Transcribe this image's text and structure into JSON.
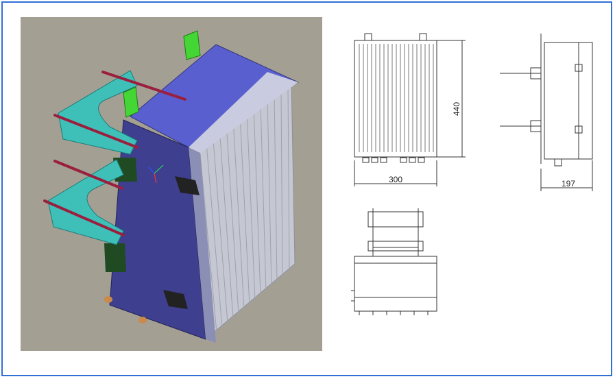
{
  "dimensions": {
    "width": "300",
    "height": "440",
    "depth": "197"
  },
  "colors": {
    "background": "#a39f93",
    "front_face": "#3f3f8f",
    "top_face": "#5a5fd0",
    "side_fins": "#c5c7d2",
    "bracket": "#3ec0b8",
    "mount_tab": "#44d634",
    "threaded_rod": "#9a1f3e",
    "frame_border": "#2f6fd6"
  }
}
